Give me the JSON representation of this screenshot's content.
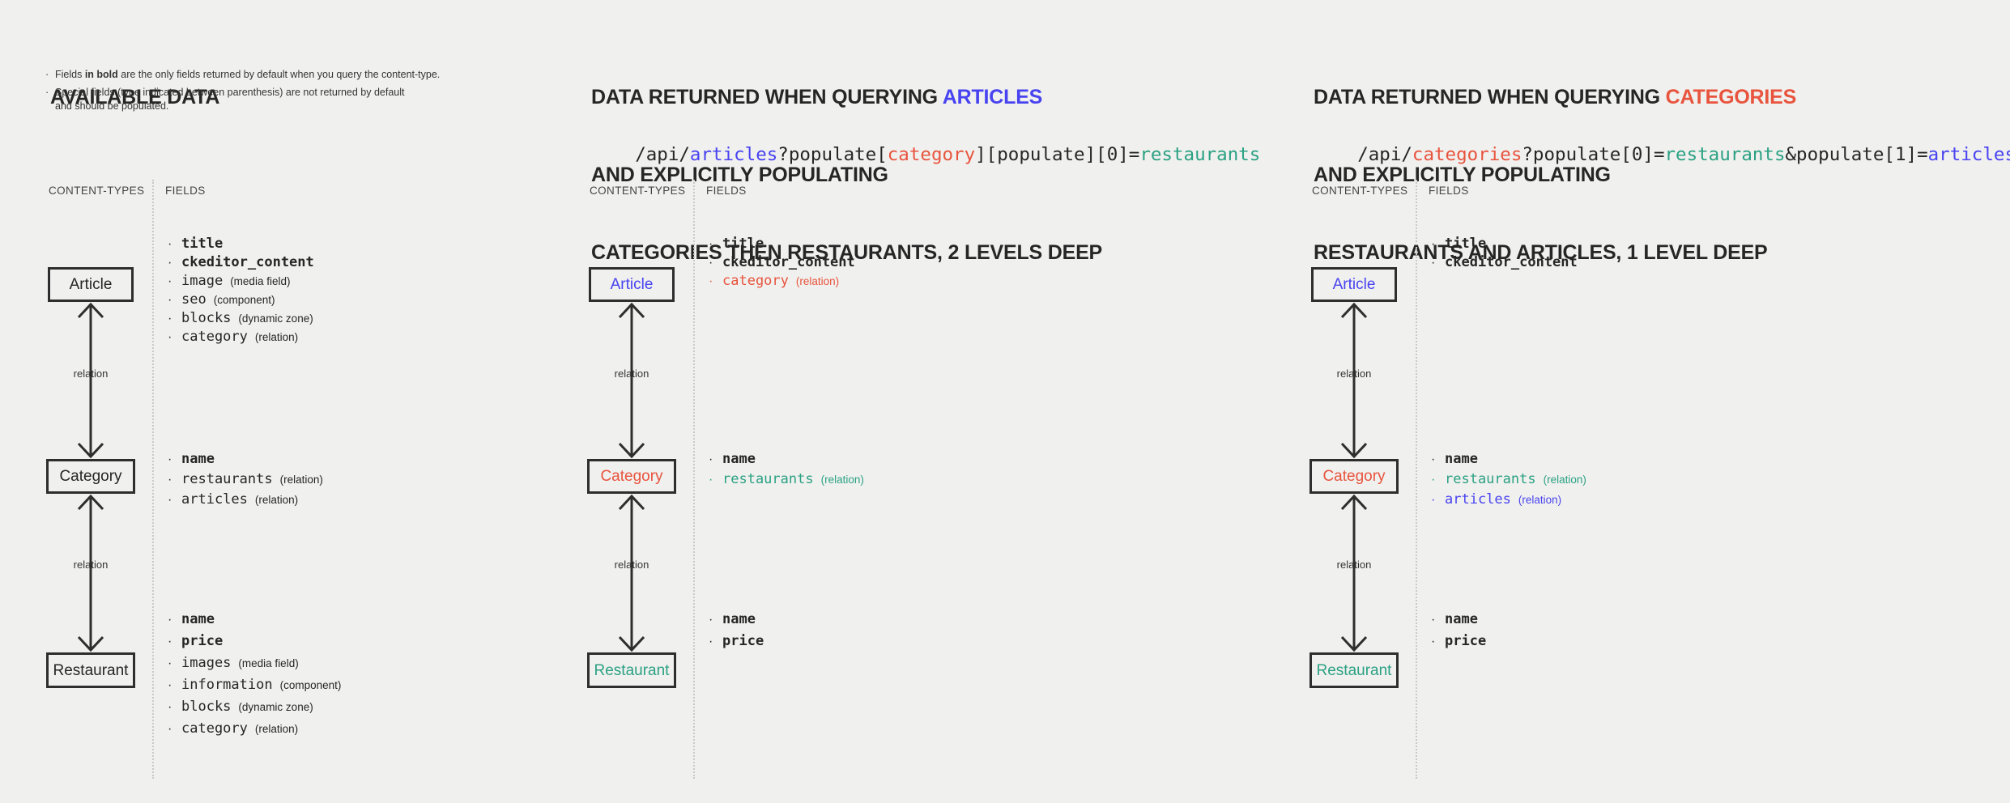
{
  "colors": {
    "background": "#f0f0ee",
    "text": "#262626",
    "blue": "#4843f0",
    "red": "#e8543e",
    "teal": "#2ba183",
    "muted_label": "#454545",
    "line": "#2e2e2e"
  },
  "panels": [
    {
      "heading": {
        "line1_pre": "AVAILABLE DATA",
        "line1_word": "",
        "line1_color": "#262626",
        "line2": "",
        "line3": ""
      },
      "notes": {
        "n1_pre": "Fields ",
        "n1_bold": "in bold",
        "n1_post": " are the only fields returned by default when you query the content-type.",
        "n2_line1": "Special fields (type indicated between parenthesis) are not returned by default",
        "n2_line2": "and should be populated."
      },
      "code": {
        "segments": []
      },
      "content_types_label": "CONTENT-TYPES",
      "fields_label": "FIELDS",
      "relation_label": "relation",
      "boxes": [
        {
          "label": "Article",
          "color": "#262626"
        },
        {
          "label": "Category",
          "color": "#262626"
        },
        {
          "label": "Restaurant",
          "color": "#262626"
        }
      ],
      "field_groups": {
        "article": [
          {
            "name": "title",
            "bold": true
          },
          {
            "name": "ckeditor_content",
            "bold": true
          },
          {
            "name": "image",
            "annotation": "(media field)"
          },
          {
            "name": "seo",
            "annotation": "(component)"
          },
          {
            "name": "blocks",
            "annotation": "(dynamic zone)"
          },
          {
            "name": "category",
            "annotation": "(relation)"
          }
        ],
        "category": [
          {
            "name": "name",
            "bold": true
          },
          {
            "name": "restaurants",
            "annotation": "(relation)"
          },
          {
            "name": "articles",
            "annotation": "(relation)"
          }
        ],
        "restaurant": [
          {
            "name": "name",
            "bold": true
          },
          {
            "name": "price",
            "bold": true
          },
          {
            "name": "images",
            "annotation": "(media field)"
          },
          {
            "name": "information",
            "annotation": "(component)"
          },
          {
            "name": "blocks",
            "annotation": "(dynamic zone)"
          },
          {
            "name": "category",
            "annotation": "(relation)"
          }
        ]
      }
    },
    {
      "heading": {
        "line1_pre": "DATA RETURNED WHEN QUERYING ",
        "line1_word": "ARTICLES",
        "line1_color": "#4843f0",
        "line2": "AND EXPLICITLY POPULATING",
        "line3": "CATEGORIES THEN RESTAURANTS, 2 LEVELS DEEP"
      },
      "code": {
        "segments": [
          {
            "text": "/api/",
            "color": "#262626"
          },
          {
            "text": "articles",
            "color": "#4843f0"
          },
          {
            "text": "?populate[",
            "color": "#262626"
          },
          {
            "text": "category",
            "color": "#e8543e"
          },
          {
            "text": "][populate][0]=",
            "color": "#262626"
          },
          {
            "text": "restaurants",
            "color": "#2ba183"
          }
        ]
      },
      "content_types_label": "CONTENT-TYPES",
      "fields_label": "FIELDS",
      "relation_label": "relation",
      "boxes": [
        {
          "label": "Article",
          "color": "#4843f0"
        },
        {
          "label": "Category",
          "color": "#e8543e"
        },
        {
          "label": "Restaurant",
          "color": "#2ba183"
        }
      ],
      "field_groups": {
        "article": [
          {
            "name": "title",
            "bold": true
          },
          {
            "name": "ckeditor_content",
            "bold": true
          },
          {
            "name": "category",
            "annotation": "(relation)",
            "color": "#e8543e"
          }
        ],
        "category": [
          {
            "name": "name",
            "bold": true
          },
          {
            "name": "restaurants",
            "annotation": "(relation)",
            "color": "#2ba183"
          }
        ],
        "restaurant": [
          {
            "name": "name",
            "bold": true
          },
          {
            "name": "price",
            "bold": true
          }
        ]
      }
    },
    {
      "heading": {
        "line1_pre": "DATA RETURNED WHEN QUERYING ",
        "line1_word": "CATEGORIES",
        "line1_color": "#e8543e",
        "line2": "AND EXPLICITLY POPULATING",
        "line3": "RESTAURANTS AND ARTICLES, 1 LEVEL DEEP"
      },
      "code": {
        "segments": [
          {
            "text": "/api/",
            "color": "#262626"
          },
          {
            "text": "categories",
            "color": "#e8543e"
          },
          {
            "text": "?populate[0]=",
            "color": "#262626"
          },
          {
            "text": "restaurants",
            "color": "#2ba183"
          },
          {
            "text": "&populate[1]=",
            "color": "#262626"
          },
          {
            "text": "articles",
            "color": "#4843f0"
          }
        ]
      },
      "content_types_label": "CONTENT-TYPES",
      "fields_label": "FIELDS",
      "relation_label": "relation",
      "boxes": [
        {
          "label": "Article",
          "color": "#4843f0"
        },
        {
          "label": "Category",
          "color": "#e8543e"
        },
        {
          "label": "Restaurant",
          "color": "#2ba183"
        }
      ],
      "field_groups": {
        "article": [
          {
            "name": "title",
            "bold": true
          },
          {
            "name": "ckeditor_content",
            "bold": true
          }
        ],
        "category": [
          {
            "name": "name",
            "bold": true
          },
          {
            "name": "restaurants",
            "annotation": "(relation)",
            "color": "#2ba183"
          },
          {
            "name": "articles",
            "annotation": "(relation)",
            "color": "#4843f0"
          }
        ],
        "restaurant": [
          {
            "name": "name",
            "bold": true
          },
          {
            "name": "price",
            "bold": true
          }
        ]
      }
    }
  ]
}
